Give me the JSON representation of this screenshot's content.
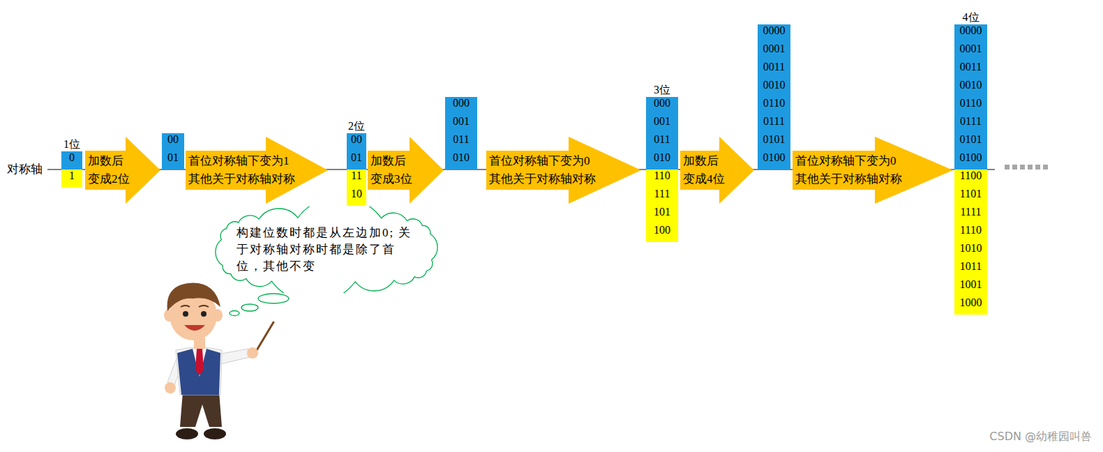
{
  "diagram": {
    "nodes": [
      {
        "text": [
          "1位",
          "0",
          "1"
        ]
      },
      {
        "text": [
          "加数后 变成2位"
        ]
      },
      {
        "text": [
          "00",
          "01"
        ]
      },
      {
        "text": [
          "首位对称轴下变为1 其他关于对称轴对称"
        ]
      },
      {
        "text": [
          "2位",
          "00",
          "01",
          "11",
          "10"
        ]
      },
      {
        "text": [
          "加数后 变成3位"
        ]
      },
      {
        "text": [
          "000",
          "001",
          "011",
          "010"
        ]
      },
      {
        "text": [
          "首位对称轴下变为0 其他关于对称轴对称"
        ]
      },
      {
        "text": [
          "3位",
          "000",
          "001",
          "011",
          "010",
          "110",
          "111",
          "101",
          "100"
        ]
      },
      {
        "text": [
          "加数后 变成4位"
        ]
      },
      {
        "text": [
          "0000",
          "0001",
          "0011",
          "0010",
          "0110",
          "0111",
          "0101",
          "0100"
        ]
      },
      {
        "text": [
          "首位对称轴下变为0 其他关于对称轴对称"
        ]
      },
      {
        "text": [
          "4位",
          "0000",
          "0001",
          "0011",
          "0010",
          "0110",
          "0111",
          "0101",
          "0100",
          "1100",
          "1101",
          "1111",
          "1110",
          "1010",
          "1011",
          "1001",
          "1000"
        ]
      },
      {
        "text": [
          "构建位数时都是从左边加0; 关于对称轴对称时都是除了首位，其他不变"
        ]
      }
    ],
    "labels": [
      "对称轴",
      "CSDN @幼稚园叫兽"
    ]
  }
}
